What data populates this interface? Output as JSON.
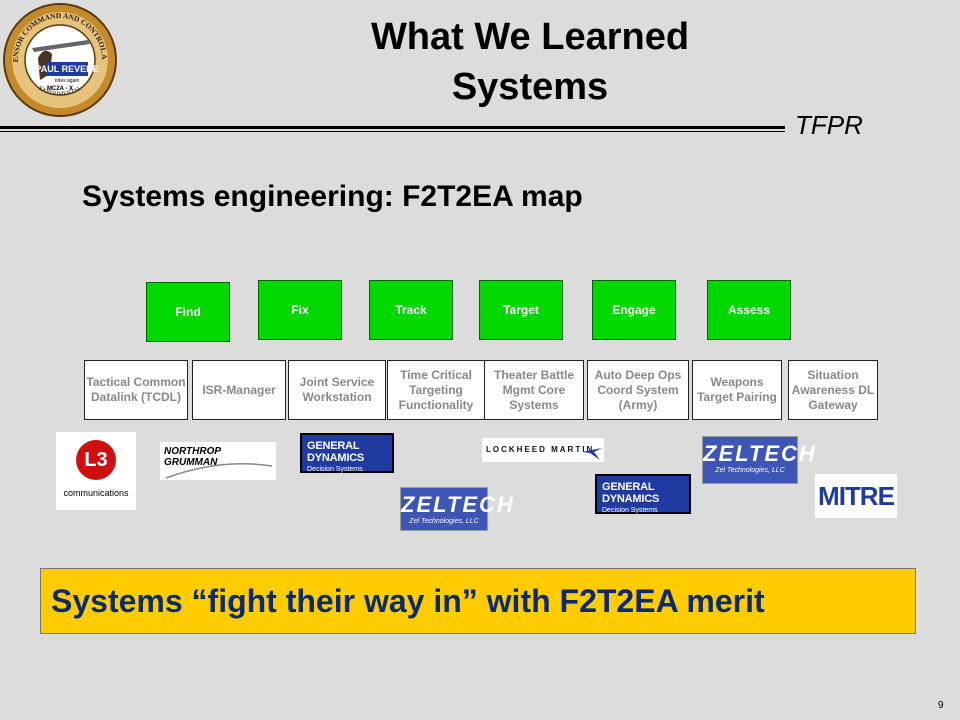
{
  "header": {
    "title_line1": "What We Learned",
    "title_line2": "Systems",
    "tag": "TFPR",
    "seal": {
      "ring_top": "MULTI-SENSOR COMMAND AND CONTROL AIRCRAFT",
      "ring_bottom": "EXPERIMENTAL",
      "name": "PAUL REVERE",
      "motto": "rides again",
      "code": "MC2A - X"
    }
  },
  "subtitle": "Systems engineering: F2T2EA map",
  "phases": [
    "Find",
    "Fix",
    "Track",
    "Target",
    "Engage",
    "Assess"
  ],
  "systems": [
    "Tactical Common Datalink (TCDL)",
    "ISR-Manager",
    "Joint Service Workstation",
    "Time Critical Targeting Functionality",
    "Theater Battle Mgmt Core Systems",
    "Auto Deep Ops Coord System (Army)",
    "Weapons Target Pairing",
    "Situation Awareness DL Gateway"
  ],
  "logos": {
    "l3_name": "L3",
    "l3_sub": "communications",
    "northrop": "NORTHROP GRUMMAN",
    "gd_name": "GENERAL DYNAMICS",
    "gd_sub": "Decision Systems",
    "zeltech_name": "ZELTECH",
    "zeltech_sub": "Zel Technologies, LLC",
    "lockheed": "LOCKHEED MARTIN",
    "mitre": "MITRE"
  },
  "banner": "Systems “fight their way in” with  F2T2EA merit",
  "page_number": "9",
  "colors": {
    "phase_green": "#00d800",
    "banner_yellow": "#ffcc00",
    "banner_text": "#0a2a6b",
    "logo_blue": "#1f3aa0"
  }
}
